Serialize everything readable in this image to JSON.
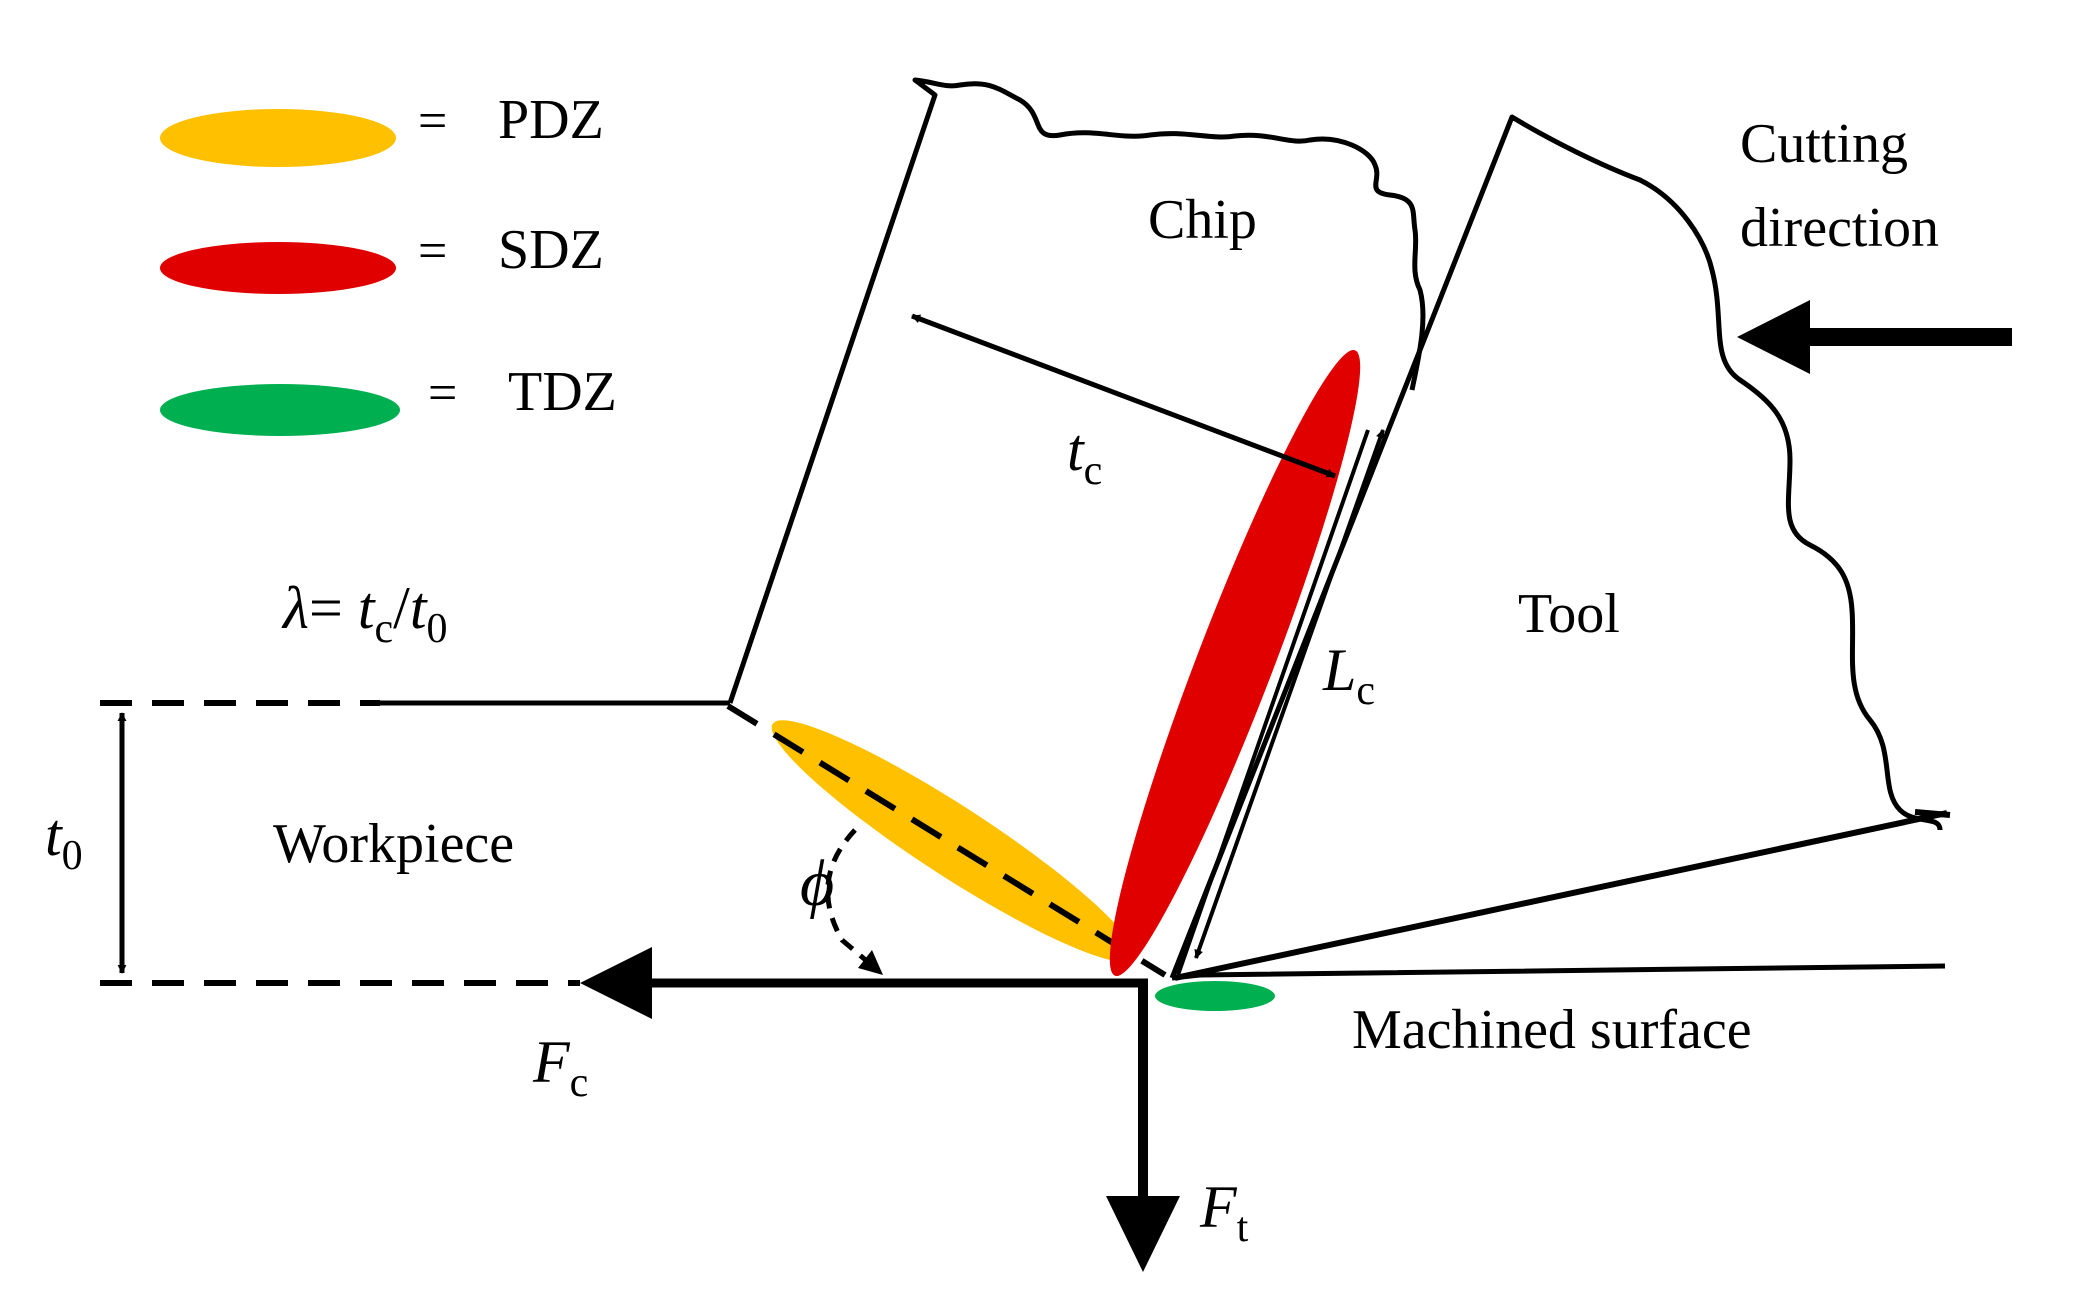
{
  "legend": {
    "items": [
      {
        "symbol": "= ",
        "label": "PDZ",
        "color": "#FFC000"
      },
      {
        "symbol": "= ",
        "label": "SDZ",
        "color": "#E00000"
      },
      {
        "symbol": "= ",
        "label": "TDZ",
        "color": "#00B050"
      }
    ]
  },
  "labels": {
    "chip": "Chip",
    "tool": "Tool",
    "cutting_direction_line1": "Cutting",
    "cutting_direction_line2": "direction",
    "workpiece": "Workpiece",
    "machined_surface": "Machined surface",
    "tc_main": "t",
    "tc_sub": "c",
    "lc_main": "L",
    "lc_sub": "c",
    "t0_main": "t",
    "t0_sub": "0",
    "fc_main": "F",
    "fc_sub": "c",
    "ft_main": "F",
    "ft_sub": "t",
    "phi": "ϕ",
    "ratio_lambda": "λ",
    "ratio_eq": "= ",
    "ratio_t1": "t",
    "ratio_c": "c",
    "ratio_slash": "/",
    "ratio_t2": "t",
    "ratio_0": "0"
  }
}
